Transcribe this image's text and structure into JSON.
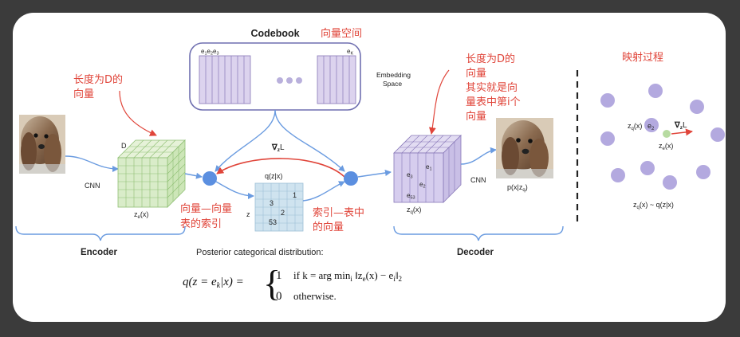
{
  "titles": {
    "codebook": "Codebook",
    "embedding_space_line1": "Embedding",
    "embedding_space_line2": "Space",
    "encoder": "Encoder",
    "decoder": "Decoder",
    "posterior": "Posterior categorical distribution:"
  },
  "labels": {
    "cnn_left": "CNN",
    "cnn_right": "CNN",
    "D": "D",
    "ze": "z",
    "ze_sub": "e",
    "ze_arg": "(x)",
    "z": "z",
    "qzx": "q(z|x)",
    "zq": "z",
    "zq_sub": "q",
    "zq_arg": "(x)",
    "pxzq": "p(x|z",
    "pxzq_sub": "q",
    "pxzq_end": ")",
    "grad": "∇",
    "grad_sub": "z",
    "grad_L": "L",
    "codebook_e1": "e",
    "codebook_e1_sub": "1",
    "codebook_e2_sub": "2",
    "codebook_e3_sub": "3",
    "codebook_ek": "e",
    "codebook_ek_sub": "K",
    "grid_values": [
      "3",
      "1",
      "2",
      "53"
    ],
    "decoder_codes": [
      {
        "t": "e",
        "s": "1"
      },
      {
        "t": "e",
        "s": "3"
      },
      {
        "t": "e",
        "s": "2"
      },
      {
        "t": "e",
        "s": "53"
      }
    ],
    "map_zq": "z",
    "map_zq_sub": "q",
    "map_zq_arg": "(x)",
    "map_e2": "e",
    "map_e2_sub": "2",
    "map_grad": "∇",
    "map_grad_sub": "z",
    "map_grad_L": "L",
    "map_ze": "z",
    "map_ze_sub": "e",
    "map_ze_arg": "(x)",
    "map_bottom": "z",
    "map_bottom_sub": "q",
    "map_bottom_rest": "(x) ~ q(z|x)"
  },
  "annotations": {
    "vector_space": "向量空间",
    "len_d_left_1": "长度为D的",
    "len_d_left_2": "向量",
    "len_d_right_1": "长度为D的",
    "len_d_right_2": "向量",
    "len_d_right_3": "其实就是向",
    "len_d_right_4": "量表中第i个",
    "len_d_right_5": "向量",
    "vec_to_index_1": "向量—向量",
    "vec_to_index_2": "表的索引",
    "index_to_vec_1": "索引—表中",
    "index_to_vec_2": "的向量",
    "mapping": "映射过程"
  },
  "formula": {
    "lhs": "q(z = e",
    "lhs_sub": "k",
    "lhs_end": "|x) =",
    "case1_value": "1",
    "case1_cond": "if k = arg min",
    "case1_sub": "i",
    "case1_rest": " ‖z",
    "case1_e": "e",
    "case1_rest2": "(x) − e",
    "case1_i": "i",
    "case1_norm": "‖",
    "case1_norm_sub": "2",
    "case2_value": "0",
    "case2_cond": "otherwise."
  },
  "colors": {
    "background": "#3b3b3b",
    "panel": "#ffffff",
    "encoder_cube": "#d9ecc9",
    "encoder_grid": "#8fbf74",
    "codebook_fill": "#dcd3ee",
    "codebook_stroke": "#8878b8",
    "latent_grid": "#cfe3ef",
    "arrow_blue": "#6a9be0",
    "node_blue": "#5b8fe0",
    "annotation_red": "#e0453a",
    "map_purple": "#b3a9df",
    "map_green": "#b7dba1"
  },
  "icons": {
    "dog_input": "dog-photo-icon",
    "dog_output": "dog-photo-icon"
  }
}
